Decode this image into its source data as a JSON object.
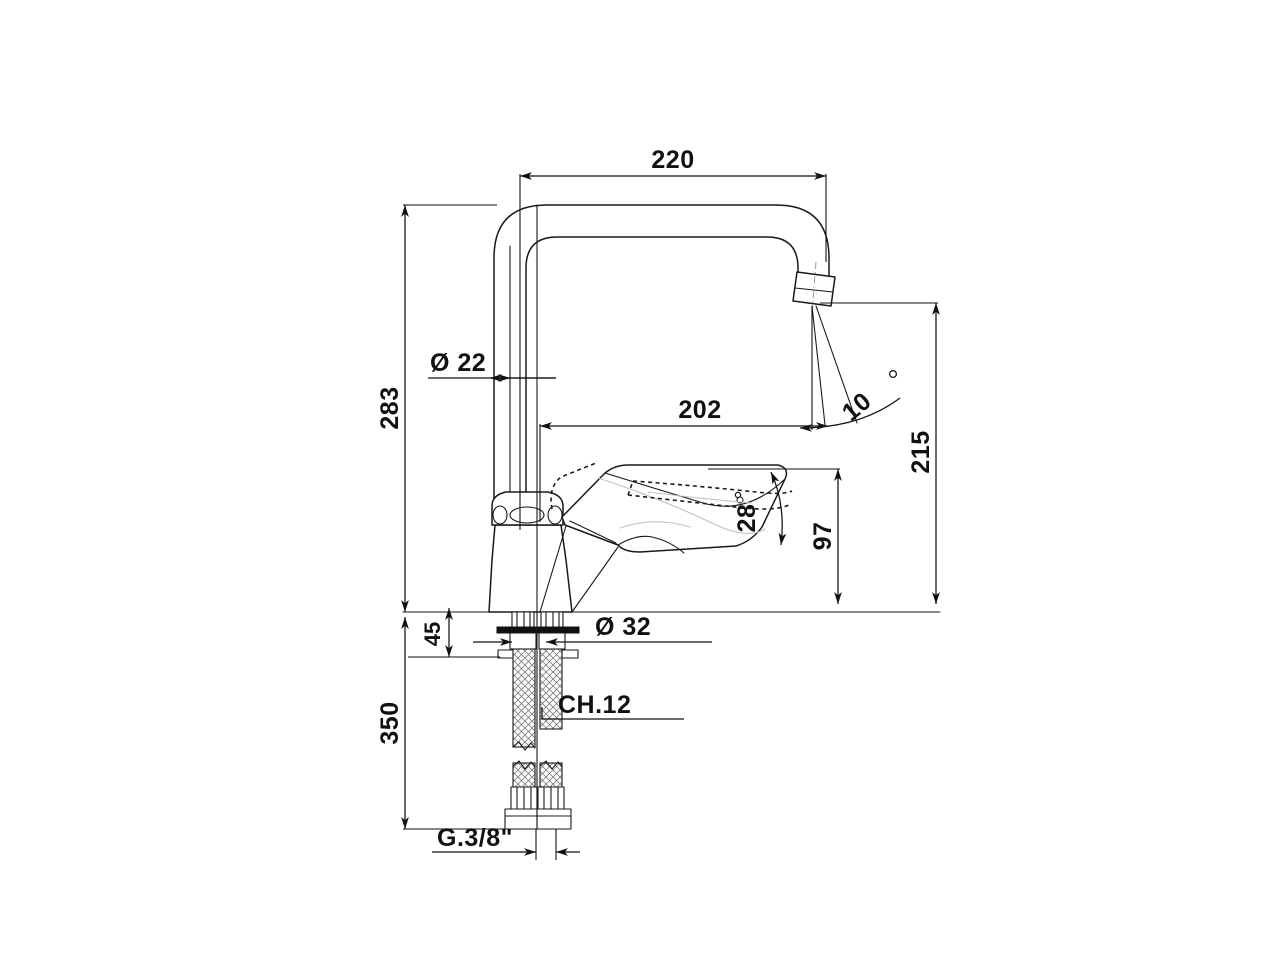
{
  "document": {
    "type": "engineering-dimension-drawing",
    "subject": "single-lever-kitchen-mixer-tap",
    "background_color": "#ffffff",
    "line_color": "#1a1a1a",
    "units": "mm"
  },
  "dimensions": {
    "spout_reach": {
      "label": "220",
      "name": "spout-reach-overall"
    },
    "overall_height": {
      "label": "283",
      "name": "overall-height"
    },
    "spout_tube_diameter": {
      "label": "Ø 22",
      "name": "spout-tube-diameter"
    },
    "spout_projection": {
      "label": "202",
      "name": "spout-projection"
    },
    "aerator_angle": {
      "label": "10",
      "degree_symbol": "°",
      "name": "aerator-tilt-angle"
    },
    "spout_height_from_deck": {
      "label": "215",
      "name": "spout-outlet-height"
    },
    "lever_travel": {
      "label": "28",
      "name": "lever-lift-travel"
    },
    "lever_top_height": {
      "label": "97",
      "name": "lever-top-height"
    },
    "escutcheon_diameter": {
      "label": "Ø 32",
      "name": "shank-escutcheon-diameter"
    },
    "deck_thickness_max": {
      "label": "45",
      "name": "max-deck-thickness"
    },
    "hose_length_total": {
      "label": "350",
      "name": "hose-assembly-length"
    },
    "nut_wrench_size": {
      "label": "CH.12",
      "name": "wrench-size-callout"
    },
    "supply_thread": {
      "label": "G.3/8\"",
      "name": "supply-connection-thread"
    }
  },
  "legend": {
    "diameter_symbol": "Ø",
    "degree_symbol": "°"
  }
}
